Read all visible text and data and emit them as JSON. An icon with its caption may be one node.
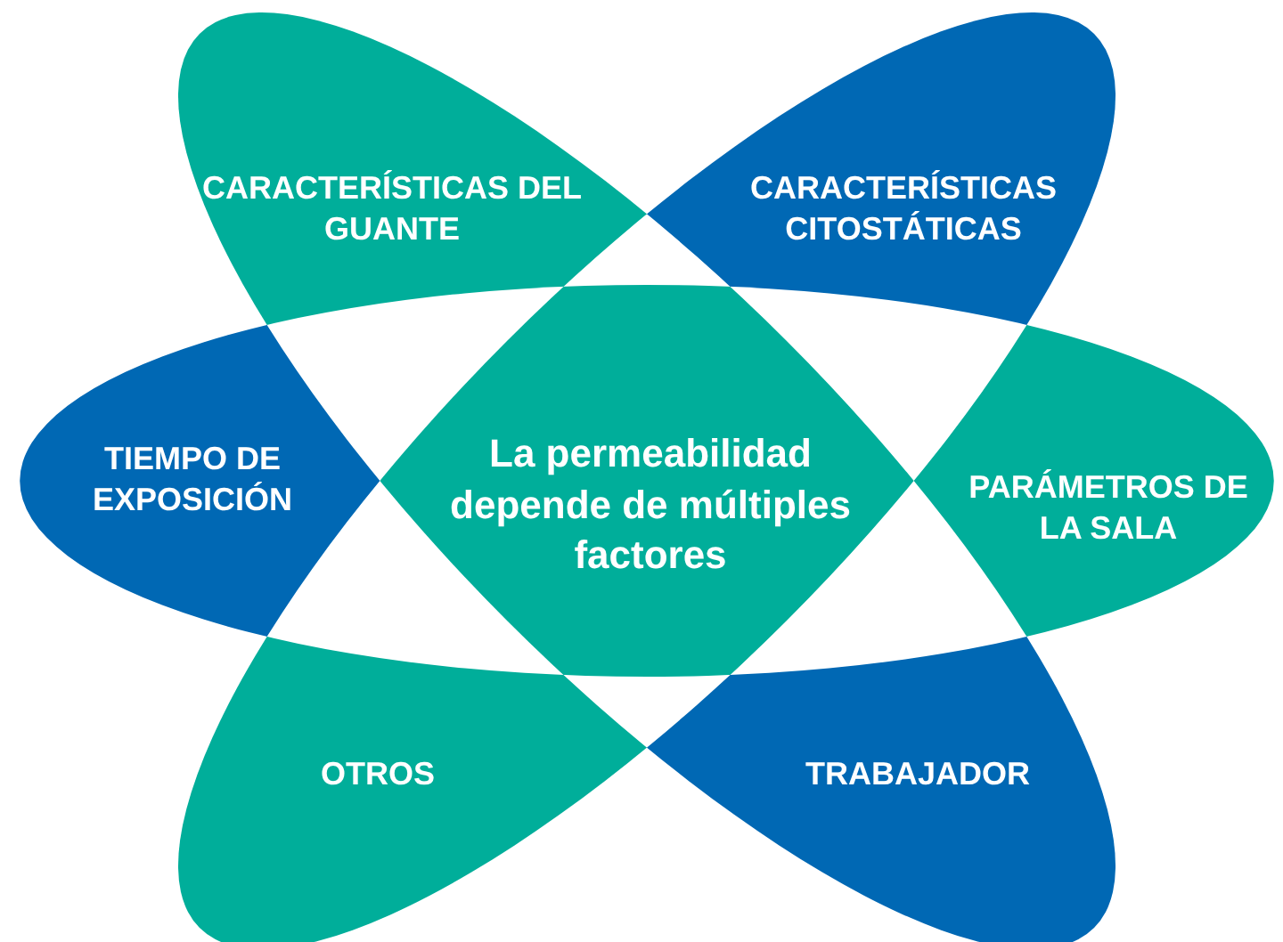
{
  "diagram": {
    "nodes": [
      {
        "text": [
          "CARACTERÍSTICAS DEL GUANTE"
        ]
      },
      {
        "text": [
          "CARACTERÍSTICAS CITOSTÁTICAS"
        ]
      },
      {
        "text": [
          "TIEMPO DE EXPOSICIÓN"
        ]
      },
      {
        "text": [
          "La permeabilidad depende de múltiples factores"
        ]
      },
      {
        "text": [
          "PARÁMETROS DE LA SALA"
        ]
      },
      {
        "text": [
          "OTROS"
        ]
      },
      {
        "text": [
          "TRABAJADOR"
        ]
      }
    ]
  }
}
